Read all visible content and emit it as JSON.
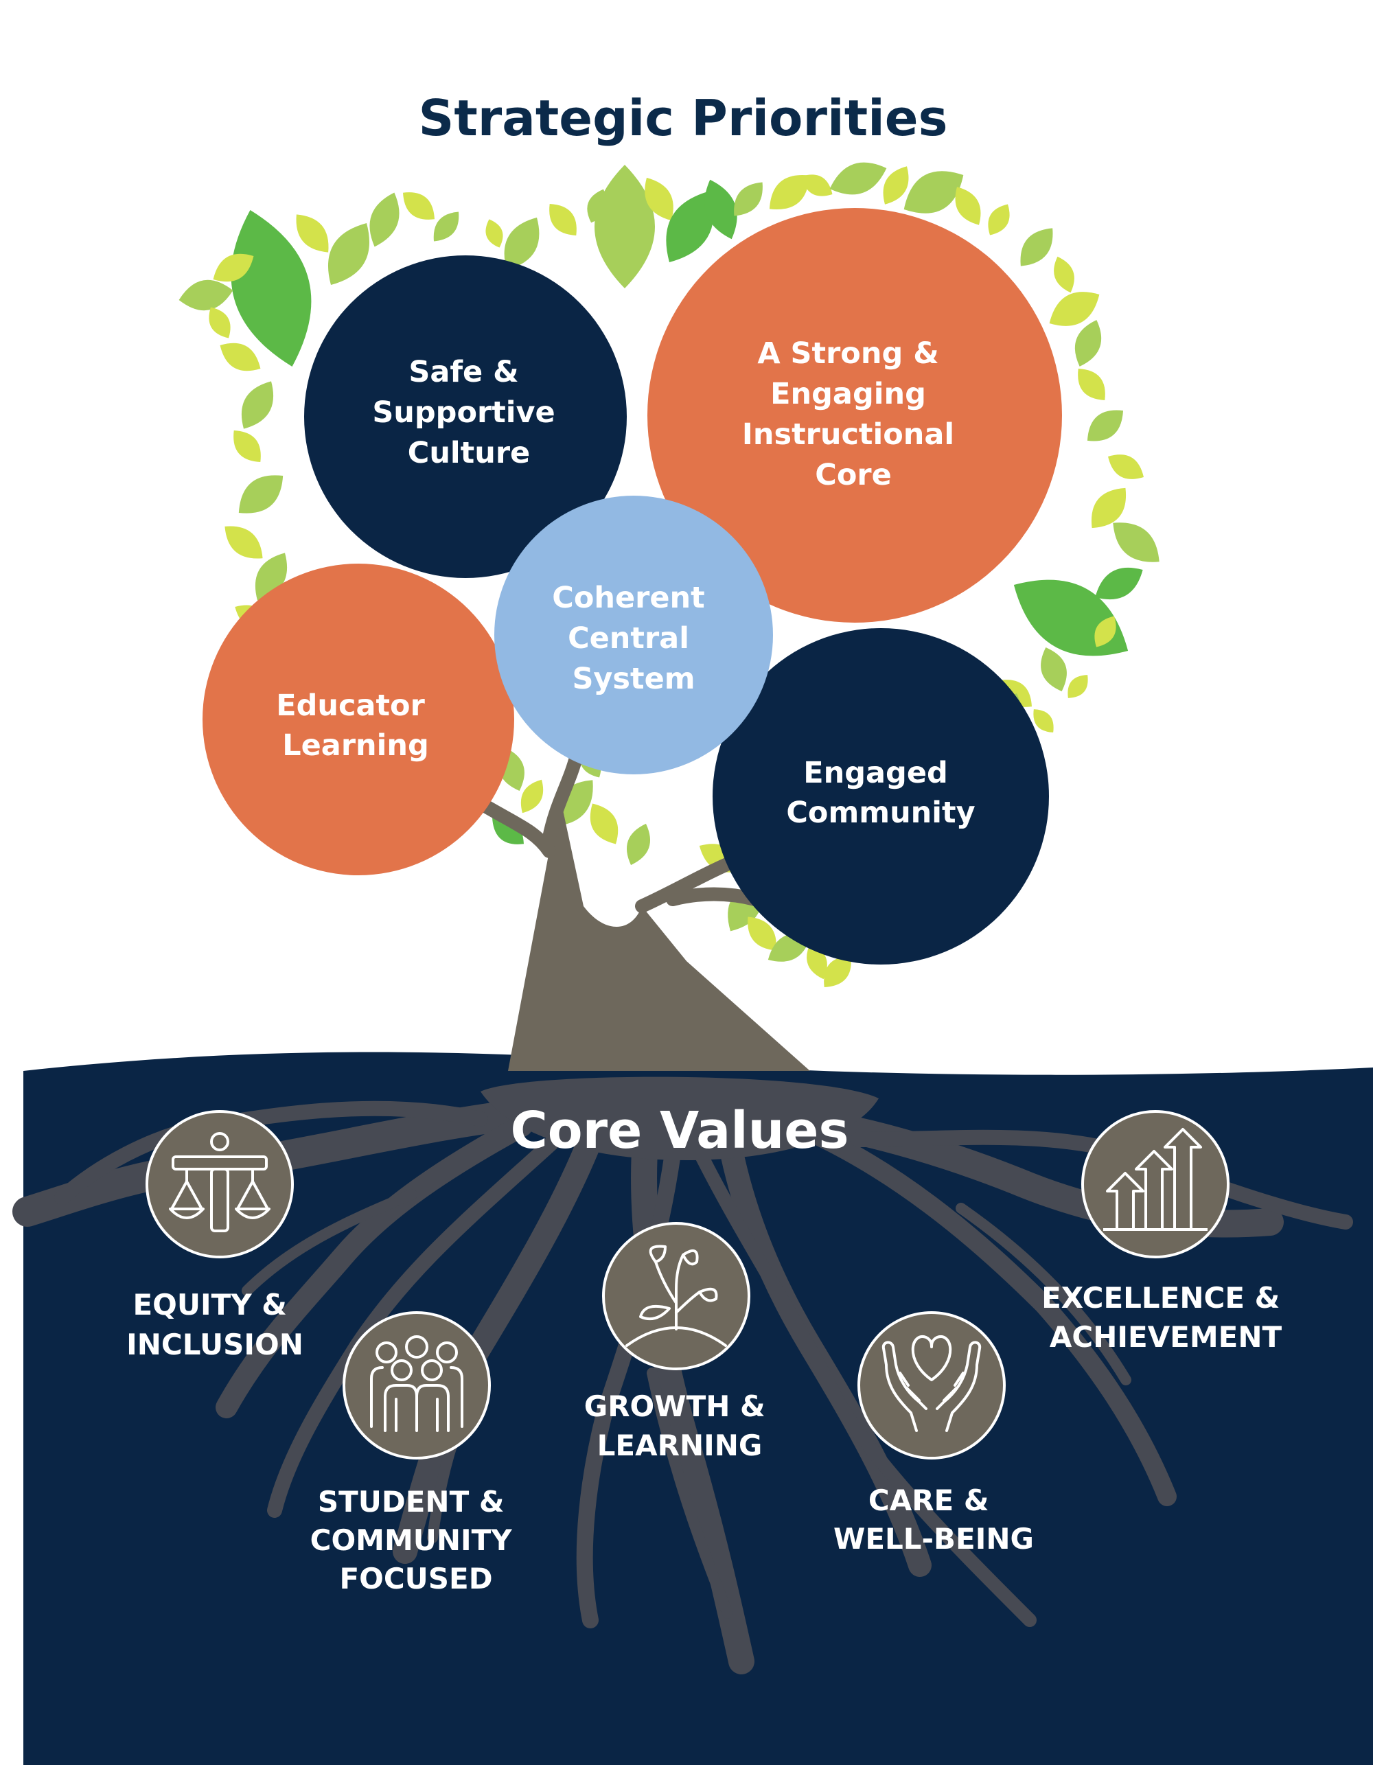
{
  "title": "Strategic Priorities",
  "colors": {
    "navy": "#0a2545",
    "orange": "#e2744a",
    "light_blue": "#92b9e3",
    "trunk": "#6e685c",
    "root": "#474a53",
    "leaf_dark": "#5cb947",
    "leaf_mid": "#a7cf5a",
    "leaf_light": "#d3e24b",
    "white": "#ffffff"
  },
  "priorities": [
    {
      "label_lines": [
        "Safe &",
        "Supportive",
        "Culture"
      ],
      "color": "navy"
    },
    {
      "label_lines": [
        "A Strong &",
        "Engaging",
        "Instructional",
        "Core"
      ],
      "color": "orange"
    },
    {
      "label_lines": [
        "Coherent",
        "Central",
        "System"
      ],
      "color": "light_blue"
    },
    {
      "label_lines": [
        "Educator",
        "Learning"
      ],
      "color": "orange"
    },
    {
      "label_lines": [
        "Engaged",
        "Community"
      ],
      "color": "navy"
    }
  ],
  "core_values": {
    "title": "Core Values",
    "items": [
      {
        "label_lines": [
          "EQUITY &",
          "INCLUSION"
        ],
        "icon": "scales-person-icon"
      },
      {
        "label_lines": [
          "STUDENT &",
          "COMMUNITY",
          "FOCUSED"
        ],
        "icon": "group-people-icon"
      },
      {
        "label_lines": [
          "GROWTH &",
          "LEARNING"
        ],
        "icon": "sprout-icon"
      },
      {
        "label_lines": [
          "CARE &",
          "WELL-BEING"
        ],
        "icon": "hands-heart-icon"
      },
      {
        "label_lines": [
          "EXCELLENCE &",
          "ACHIEVEMENT"
        ],
        "icon": "rising-arrows-icon"
      }
    ]
  }
}
